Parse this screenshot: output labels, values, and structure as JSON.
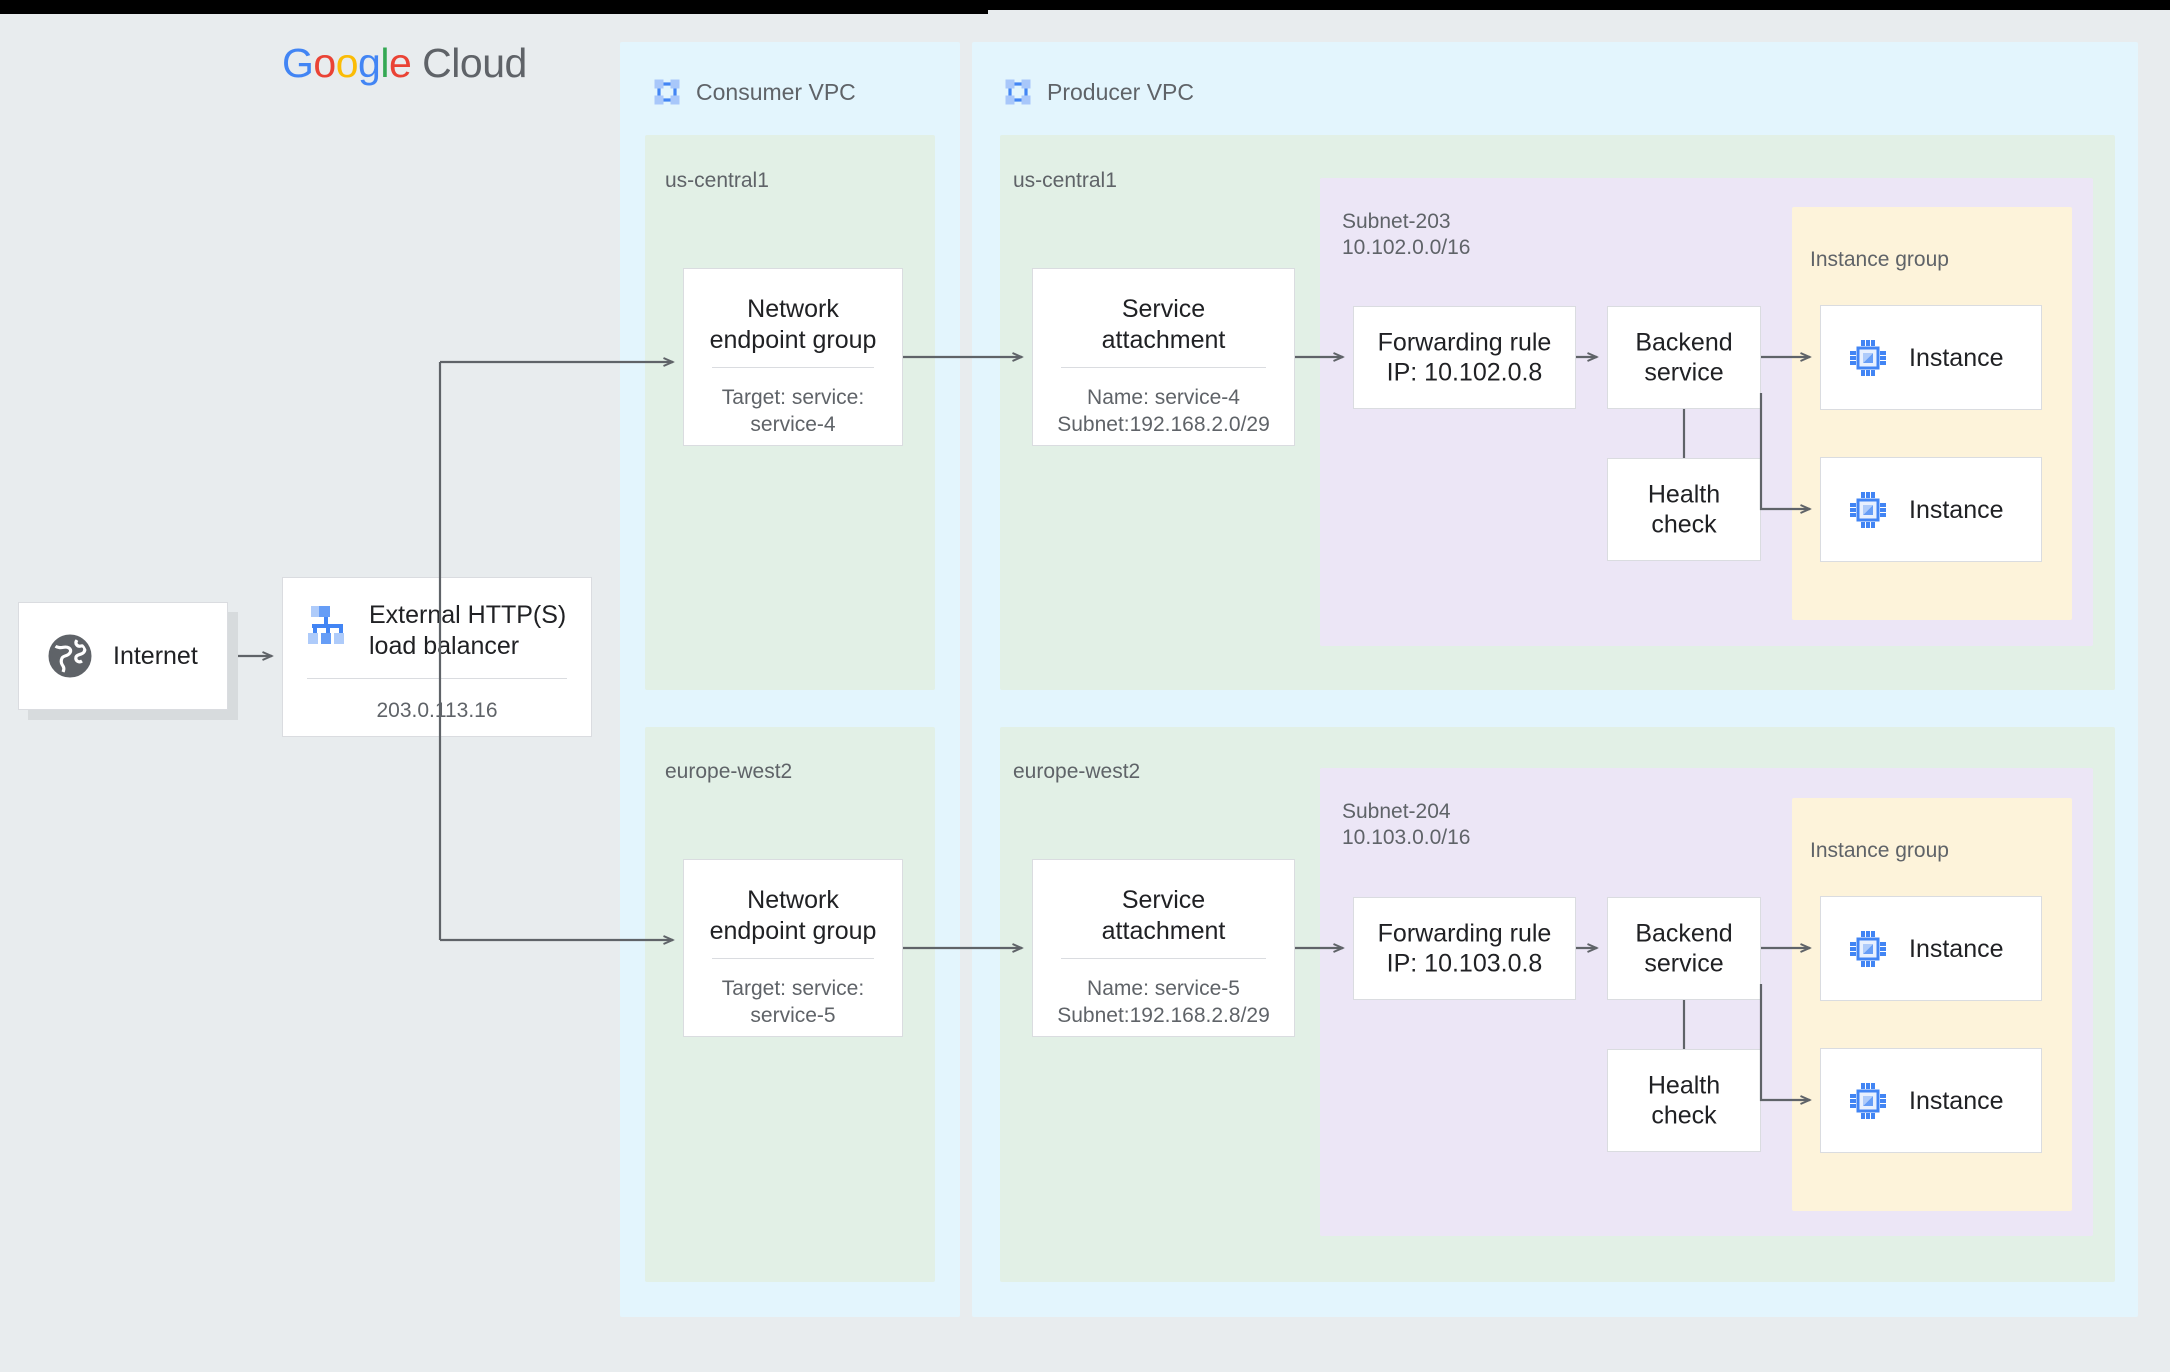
{
  "brand": {
    "google": "Google",
    "cloud": "Cloud",
    "letters": [
      {
        "ch": "G",
        "color": "#4285f4"
      },
      {
        "ch": "o",
        "color": "#ea4335"
      },
      {
        "ch": "o",
        "color": "#fbbc05"
      },
      {
        "ch": "g",
        "color": "#4285f4"
      },
      {
        "ch": "l",
        "color": "#34a853"
      },
      {
        "ch": "e",
        "color": "#ea4335"
      }
    ]
  },
  "colors": {
    "background": "#e8ecee",
    "vpc": "#e3f5fd",
    "region": "#e2f0e6",
    "subnet": "#ece6f6",
    "instance_group": "#fdf3da",
    "card": "#ffffff",
    "border": "#dadce0",
    "edge": "#5f6368",
    "text_primary": "#202124",
    "text_secondary": "#5f6368",
    "icon_blue": "#4285f4",
    "icon_blue_light": "#a8c7fa",
    "icon_grey": "#5f6368"
  },
  "internet": {
    "label": "Internet",
    "icon": "globe-icon"
  },
  "load_balancer": {
    "title": "External HTTP(S) load balancer",
    "title_line1": "External HTTP(S)",
    "title_line2": "load balancer",
    "ip": "203.0.113.16",
    "icon": "load-balancer-icon"
  },
  "consumer_vpc": {
    "title": "Consumer VPC",
    "icon": "vpc-icon"
  },
  "producer_vpc": {
    "title": "Producer VPC",
    "icon": "vpc-icon"
  },
  "rows": [
    {
      "consumer_region": "us-central1",
      "producer_region": "us-central1",
      "neg": {
        "title_line1": "Network",
        "title_line2": "endpoint group",
        "sub_line1": "Target: service:",
        "sub_line2": "service-4"
      },
      "service_attachment": {
        "title_line1": "Service",
        "title_line2": "attachment",
        "sub_line1": "Name: service-4",
        "sub_line2": "Subnet:192.168.2.0/29"
      },
      "subnet": {
        "name": "Subnet-203",
        "cidr": "10.102.0.0/16"
      },
      "forwarding_rule": {
        "line1": "Forwarding rule",
        "line2": "IP: 10.102.0.8"
      },
      "backend_service": {
        "line1": "Backend",
        "line2": "service"
      },
      "health_check": {
        "line1": "Health",
        "line2": "check"
      },
      "instance_group": {
        "label": "Instance group",
        "instances": [
          {
            "label": "Instance"
          },
          {
            "label": "Instance"
          }
        ]
      }
    },
    {
      "consumer_region": "europe-west2",
      "producer_region": "europe-west2",
      "neg": {
        "title_line1": "Network",
        "title_line2": "endpoint group",
        "sub_line1": "Target: service:",
        "sub_line2": "service-5"
      },
      "service_attachment": {
        "title_line1": "Service",
        "title_line2": "attachment",
        "sub_line1": "Name: service-5",
        "sub_line2": "Subnet:192.168.2.8/29"
      },
      "subnet": {
        "name": "Subnet-204",
        "cidr": "10.103.0.0/16"
      },
      "forwarding_rule": {
        "line1": "Forwarding rule",
        "line2": "IP: 10.103.0.8"
      },
      "backend_service": {
        "line1": "Backend",
        "line2": "service"
      },
      "health_check": {
        "line1": "Health",
        "line2": "check"
      },
      "instance_group": {
        "label": "Instance group",
        "instances": [
          {
            "label": "Instance"
          },
          {
            "label": "Instance"
          }
        ]
      }
    }
  ]
}
